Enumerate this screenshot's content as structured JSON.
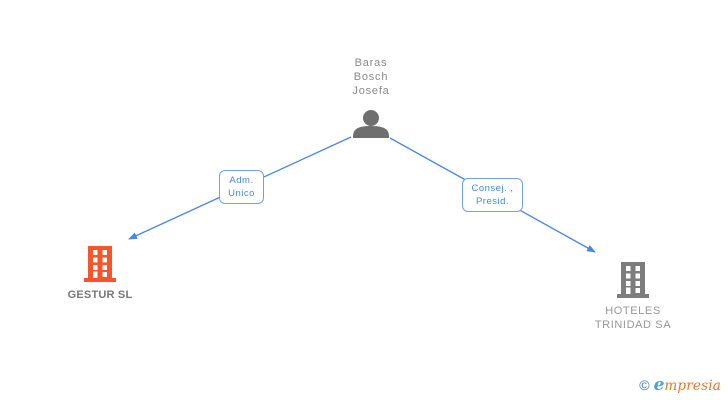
{
  "diagram": {
    "person": {
      "name_line1": "Baras",
      "name_line2": "Bosch",
      "name_line3": "Josefa"
    },
    "edges": {
      "left": {
        "label_line1": "Adm.",
        "label_line2": "Unico"
      },
      "right": {
        "label_line1": "Consej. ,",
        "label_line2": "Presid."
      }
    },
    "companies": {
      "left": {
        "name": "GESTUR SL"
      },
      "right": {
        "name_line1": "HOTELES",
        "name_line2": "TRINIDAD SA"
      }
    }
  },
  "footer": {
    "copyright_symbol": "©",
    "brand_initial": "e",
    "brand_rest": "mpresia"
  },
  "colors": {
    "edge_blue": "#4a86e8",
    "edge_box_border": "#6fa3e8",
    "building_orange": "#f4552a",
    "building_gray": "#7d7d7d",
    "person_gray": "#6f6f6f",
    "text_gray": "#8a8a8a",
    "logo_blue": "#4aa0d8",
    "logo_orange": "#e8772e"
  }
}
